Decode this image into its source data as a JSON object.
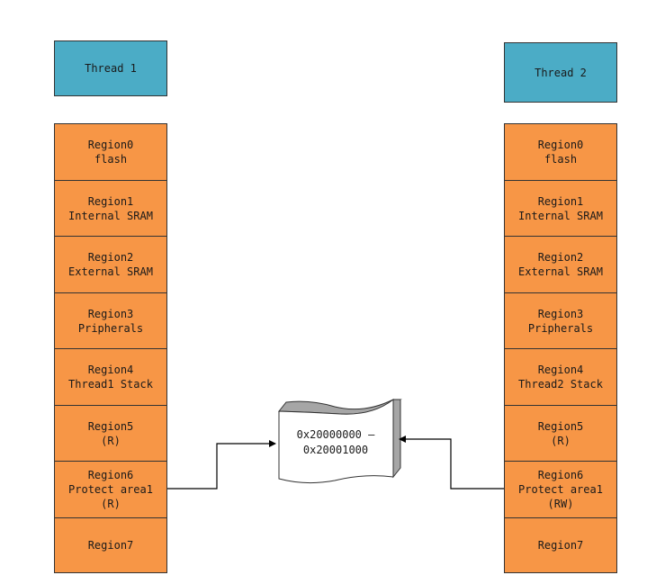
{
  "colors": {
    "thread_fill": "#4bacc6",
    "region_fill": "#f79646",
    "border": "#333333",
    "arrow": "#000000",
    "memory_fill": "#ffffff",
    "memory_shadow": "#a6a6a6"
  },
  "thread1": {
    "title": "Thread 1",
    "regions": [
      {
        "line1": "Region0",
        "line2": "flash",
        "line3": ""
      },
      {
        "line1": "Region1",
        "line2": "Internal SRAM",
        "line3": ""
      },
      {
        "line1": "Region2",
        "line2": "External SRAM",
        "line3": ""
      },
      {
        "line1": "Region3",
        "line2": "Pripherals",
        "line3": ""
      },
      {
        "line1": "Region4",
        "line2": "Thread1 Stack",
        "line3": ""
      },
      {
        "line1": "Region5",
        "line2": "(R)",
        "line3": ""
      },
      {
        "line1": "Region6",
        "line2": "Protect area1",
        "line3": "(R)"
      },
      {
        "line1": "Region7",
        "line2": "",
        "line3": ""
      }
    ]
  },
  "thread2": {
    "title": "Thread 2",
    "regions": [
      {
        "line1": "Region0",
        "line2": "flash",
        "line3": ""
      },
      {
        "line1": "Region1",
        "line2": "Internal SRAM",
        "line3": ""
      },
      {
        "line1": "Region2",
        "line2": "External SRAM",
        "line3": ""
      },
      {
        "line1": "Region3",
        "line2": "Pripherals",
        "line3": ""
      },
      {
        "line1": "Region4",
        "line2": "Thread2 Stack",
        "line3": ""
      },
      {
        "line1": "Region5",
        "line2": "(R)",
        "line3": ""
      },
      {
        "line1": "Region6",
        "line2": "Protect area1",
        "line3": "(RW)"
      },
      {
        "line1": "Region7",
        "line2": "",
        "line3": ""
      }
    ]
  },
  "memory": {
    "start": "0x20000000  –",
    "end": "0x20001000"
  }
}
